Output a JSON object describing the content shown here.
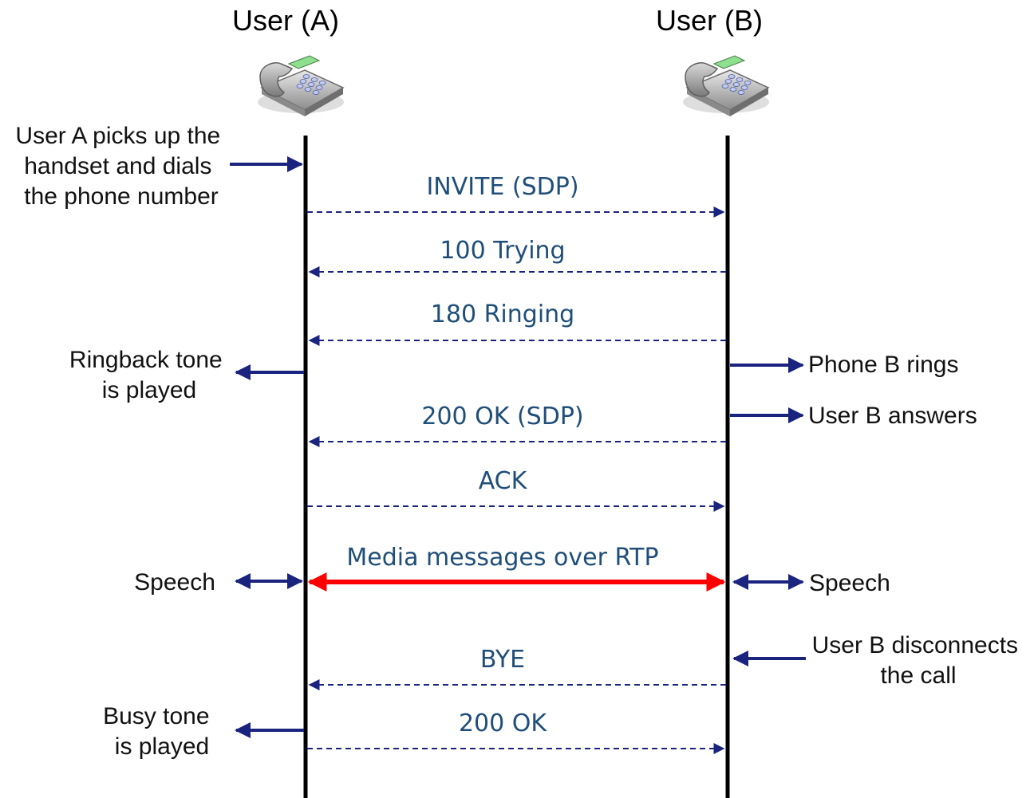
{
  "participants": {
    "a": {
      "label": "User (A)",
      "icon": "desk-phone-icon"
    },
    "b": {
      "label": "User (B)",
      "icon": "desk-phone-icon"
    }
  },
  "messages": [
    {
      "label": "INVITE (SDP)",
      "direction": "A to B",
      "style": "dashed"
    },
    {
      "label": "100 Trying",
      "direction": "B to A",
      "style": "dashed"
    },
    {
      "label": "180 Ringing",
      "direction": "B to A",
      "style": "dashed"
    },
    {
      "label": "200 OK (SDP)",
      "direction": "B to A",
      "style": "dashed"
    },
    {
      "label": "ACK",
      "direction": "A to B",
      "style": "dashed"
    },
    {
      "label": "Media messages over RTP",
      "direction": "both",
      "style": "solid"
    },
    {
      "label": "BYE",
      "direction": "B to A",
      "style": "dashed"
    },
    {
      "label": "200 OK",
      "direction": "A to B",
      "style": "dashed"
    }
  ],
  "notes_a": [
    {
      "lines": [
        "User A picks up the",
        "handset and dials",
        "the phone number"
      ]
    },
    {
      "lines": [
        "Ringback tone",
        "is played"
      ]
    },
    {
      "lines": [
        "Speech"
      ]
    },
    {
      "lines": [
        "Busy tone",
        "is played"
      ]
    }
  ],
  "notes_b": [
    {
      "lines": [
        "Phone B rings"
      ]
    },
    {
      "lines": [
        "User B answers"
      ]
    },
    {
      "lines": [
        "Speech"
      ]
    },
    {
      "lines": [
        "User B disconnects",
        "the call"
      ]
    }
  ],
  "colors": {
    "signal_arrow": "#1a237e",
    "note_arrow": "#1a237e",
    "media_arrow": "#ff0000",
    "lifeline": "#000000",
    "message_text": "#1f4e79"
  }
}
